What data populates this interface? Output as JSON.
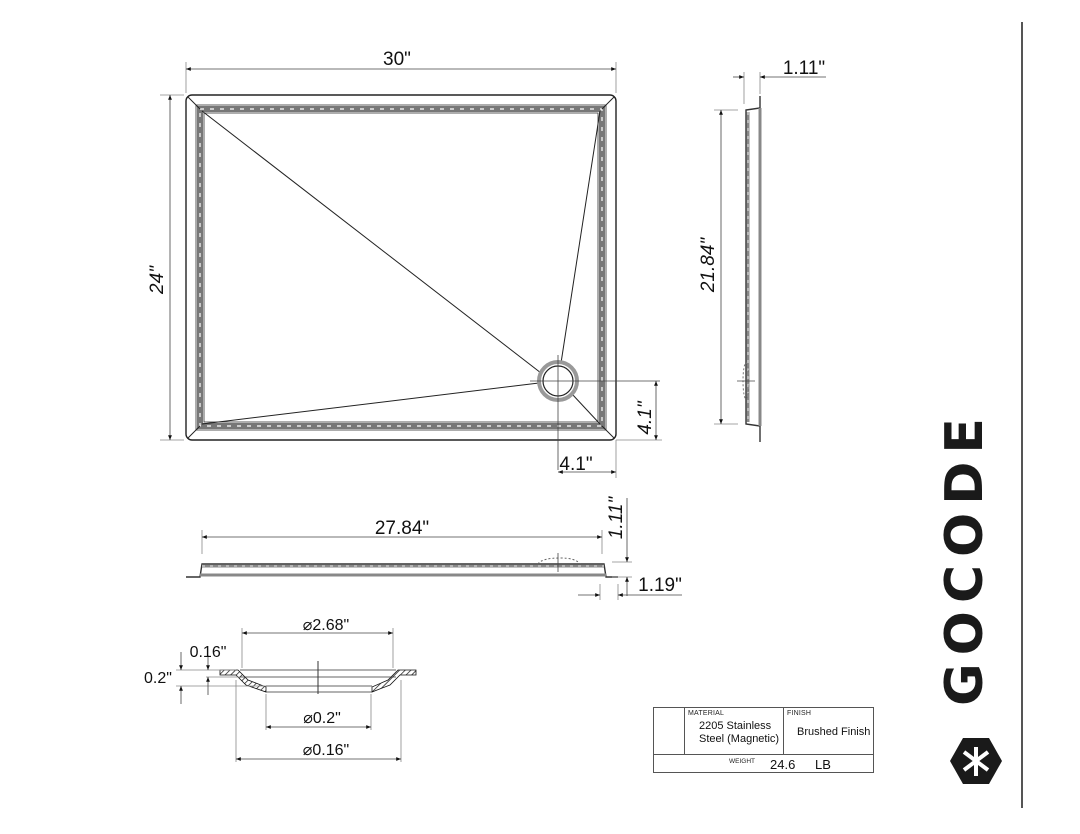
{
  "drawing": {
    "top_view": {
      "width_label": "30\"",
      "height_label": "24\"",
      "drain_offset_x_label": "4.1\"",
      "drain_offset_y_label": "4.1\""
    },
    "side_view_right": {
      "depth_label": "1.11\"",
      "inner_length_label": "21.84\""
    },
    "front_view": {
      "inner_length_label": "27.84\"",
      "depth_label": "1.11\"",
      "flange_label": "1.19\""
    },
    "drain_detail": {
      "outer_diameter_label": "2.68\"",
      "inner_diameter_label": "0.2\"",
      "base_diameter_label": "0.16\"",
      "total_height_label": "0.2\"",
      "flange_height_label": "0.16\"",
      "diameter_symbol": "⌀"
    }
  },
  "title_block": {
    "material_label": "MATERIAL",
    "material_value_line1": "2205 Stainless",
    "material_value_line2": "Steel (Magnetic)",
    "finish_label": "FINISH",
    "finish_value": "Brushed Finish",
    "weight_label": "WEIGHT",
    "weight_value": "24.6",
    "weight_unit": "LB"
  },
  "brand": {
    "name": "GOCODE",
    "logo_icon": "hexagon-asterisk-icon"
  },
  "colors": {
    "line": "#222222",
    "dim_line": "#444444",
    "rim_fill": "#8a8a8a",
    "logo": "#1a1a1a"
  }
}
